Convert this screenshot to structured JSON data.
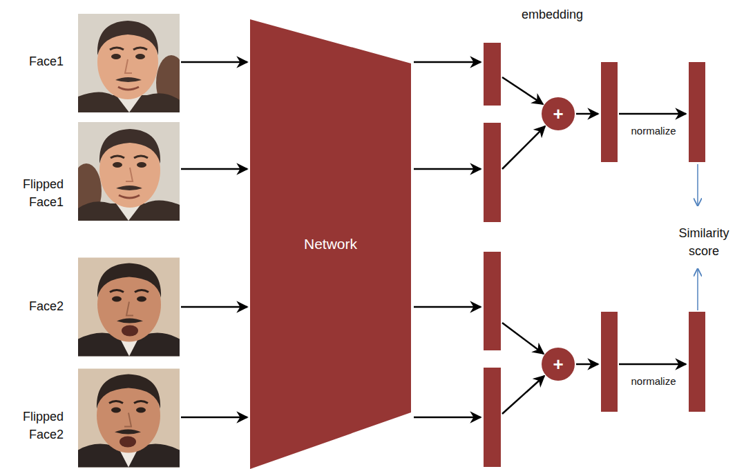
{
  "diagram": {
    "nodes": [
      {
        "text": [
          "Network"
        ]
      },
      {
        "text": [
          "+"
        ]
      },
      {
        "text": [
          "+"
        ]
      }
    ],
    "labels": [
      "embedding",
      "Face1",
      "Flipped Face1",
      "Face2",
      "Flipped Face2",
      "normalize",
      "normalize",
      "Similarity score"
    ]
  }
}
